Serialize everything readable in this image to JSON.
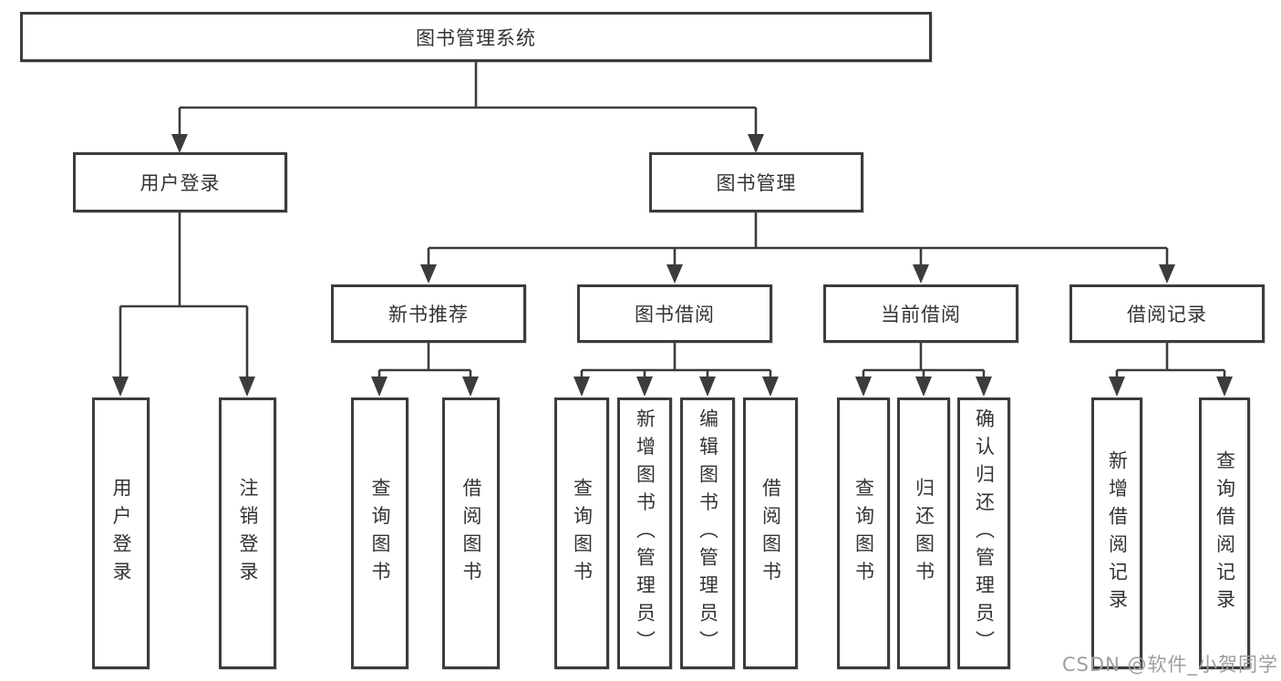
{
  "diagram_type": "tree",
  "colors": {
    "background": "#ffffff",
    "line": "#3c3c3c",
    "box_border": "#3c3c3c",
    "text": "#333333",
    "watermark": "#9e9e9e"
  },
  "tree": {
    "label": "图书管理系统",
    "children": [
      {
        "label": "用户登录",
        "children": [
          {
            "label": "用户登录"
          },
          {
            "label": "注销登录"
          }
        ]
      },
      {
        "label": "图书管理",
        "children": [
          {
            "label": "新书推荐",
            "children": [
              {
                "label": "查询图书"
              },
              {
                "label": "借阅图书"
              }
            ]
          },
          {
            "label": "图书借阅",
            "children": [
              {
                "label": "查询图书"
              },
              {
                "label": "新增图书（管理员）"
              },
              {
                "label": "编辑图书（管理员）"
              },
              {
                "label": "借阅图书"
              }
            ]
          },
          {
            "label": "当前借阅",
            "children": [
              {
                "label": "查询图书"
              },
              {
                "label": "归还图书"
              },
              {
                "label": "确认归还（管理员）"
              }
            ]
          },
          {
            "label": "借阅记录",
            "children": [
              {
                "label": "新增借阅记录"
              },
              {
                "label": "查询借阅记录"
              }
            ]
          }
        ]
      }
    ]
  },
  "watermark": "CSDN @软件_小贺同学"
}
